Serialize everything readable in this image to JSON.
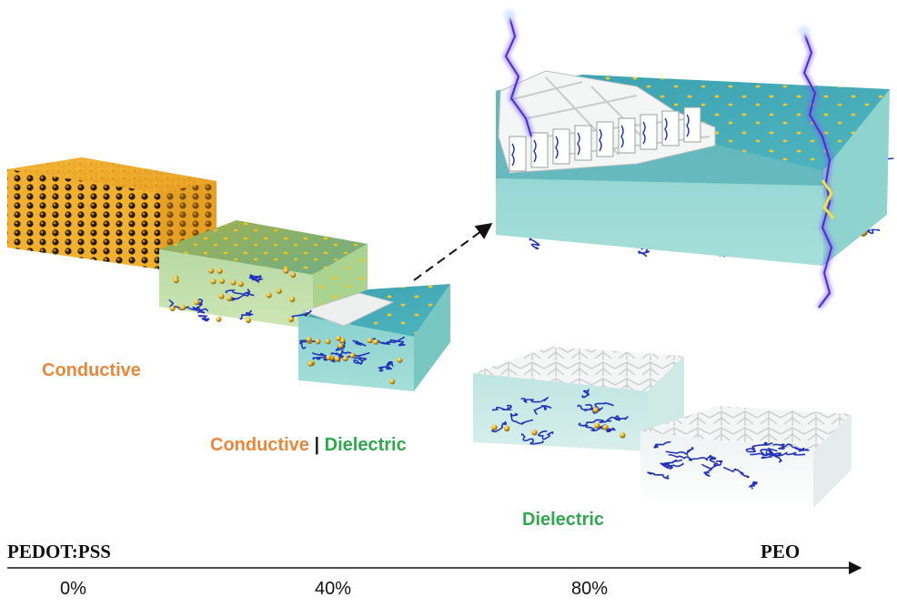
{
  "labels": {
    "conductive": "Conductive",
    "mixed_conductive": "Conductive",
    "mixed_separator": "|",
    "mixed_dielectric": "Dielectric",
    "dielectric": "Dielectric"
  },
  "axis": {
    "start_label": "PEDOT:PSS",
    "end_label": "PEO",
    "ticks": [
      "0%",
      "40%",
      "80%"
    ]
  },
  "colors": {
    "conductive_text": "#e9873a",
    "dielectric_text": "#2fa84f",
    "pedot_top": "#f2ad2a",
    "mixed_top": "#7fbf86",
    "peo_top": "#3fa6b4",
    "pure_peo": "#f2f2f2",
    "polymer_chain": "#2233bb",
    "discharge": "#6a3df0"
  },
  "blocks": [
    {
      "name": "PEDOT:PSS block"
    },
    {
      "name": "mixed block low"
    },
    {
      "name": "mixed block mid"
    },
    {
      "name": "mixed block high"
    },
    {
      "name": "PEO block"
    }
  ]
}
